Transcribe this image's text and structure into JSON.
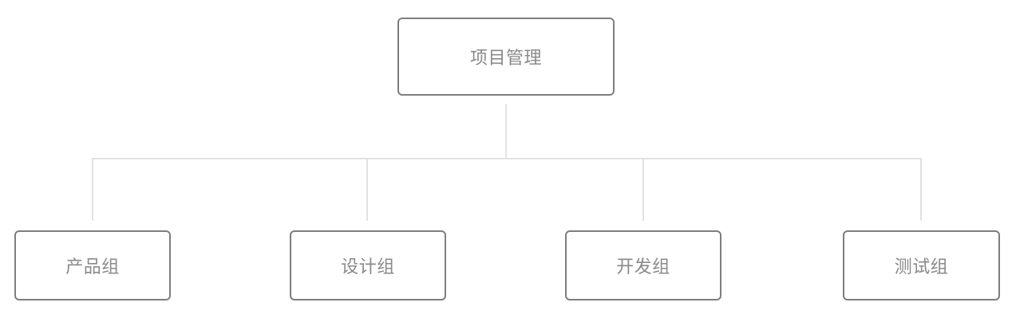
{
  "diagram": {
    "type": "org-chart",
    "root": {
      "label": "项目管理"
    },
    "children": [
      {
        "label": "产品组"
      },
      {
        "label": "设计组"
      },
      {
        "label": "开发组"
      },
      {
        "label": "测试组"
      }
    ],
    "colors": {
      "background": "#ffffff",
      "node_border": "#7e7e7e",
      "node_text": "#8a8a8a",
      "connector": "#e2e2e2"
    }
  }
}
